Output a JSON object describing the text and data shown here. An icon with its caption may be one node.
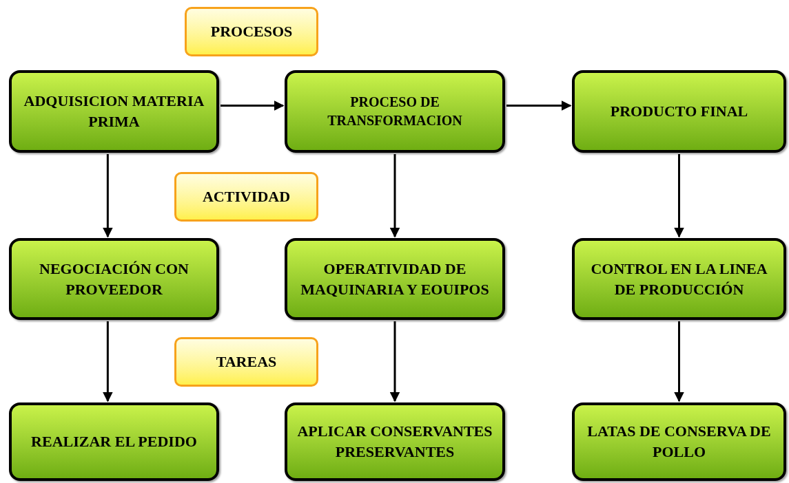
{
  "diagram": {
    "nodes": [
      {
        "text": [
          "PROCESOS"
        ]
      },
      {
        "text": [
          "ADQUISICION MATERIA PRIMA"
        ]
      },
      {
        "text": [
          "PROCESO DE TRANSFORMACION"
        ]
      },
      {
        "text": [
          "PRODUCTO FINAL"
        ]
      },
      {
        "text": [
          "ACTIVIDAD"
        ]
      },
      {
        "text": [
          "NEGOCIACIÓN CON PROVEEDOR"
        ]
      },
      {
        "text": [
          "OPERATIVIDAD DE MAQUINARIA Y EOUIPOS"
        ]
      },
      {
        "text": [
          "CONTROL EN LA LINEA DE PRODUCCIÓN"
        ]
      },
      {
        "text": [
          "TAREAS"
        ]
      },
      {
        "text": [
          "REALIZAR EL PEDIDO"
        ]
      },
      {
        "text": [
          "APLICAR CONSERVANTES PRESERVANTES"
        ]
      },
      {
        "text": [
          "LATAS DE CONSERVA DE POLLO"
        ]
      }
    ],
    "edges": [
      {
        "from": 1,
        "to": 2,
        "arrow": "to"
      },
      {
        "from": 2,
        "to": 3,
        "arrow": "to"
      },
      {
        "from": 1,
        "to": 5,
        "arrow": "to"
      },
      {
        "from": 5,
        "to": 9,
        "arrow": "to"
      },
      {
        "from": 2,
        "to": 6,
        "arrow": "to"
      },
      {
        "from": 6,
        "to": 10,
        "arrow": "to"
      },
      {
        "from": 3,
        "to": 7,
        "arrow": "to"
      },
      {
        "from": 7,
        "to": 11,
        "arrow": "to"
      }
    ]
  }
}
